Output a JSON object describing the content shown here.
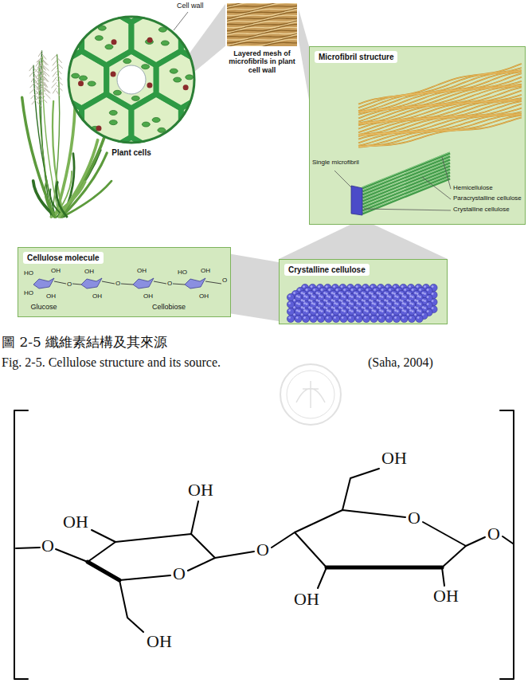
{
  "diagram": {
    "caption": "圖 2-5 纖維素結構及其來源",
    "nodes": [
      {
        "text": [
          "Plant cells"
        ]
      },
      {
        "text": [
          "Layered mesh of microfibrils in plant cell wall"
        ]
      },
      {
        "text": [
          "Microfibril structure"
        ]
      },
      {
        "text": [
          "Cellulose molecule"
        ]
      },
      {
        "text": [
          "Crystalline cellulose"
        ]
      }
    ],
    "edges": [
      {
        "from": 0,
        "to": 1,
        "arrow": "none"
      },
      {
        "from": 1,
        "to": 2,
        "arrow": "none"
      },
      {
        "from": 2,
        "to": 4,
        "arrow": "none"
      },
      {
        "from": 4,
        "to": 3,
        "arrow": "none"
      }
    ],
    "labels": [
      "Cell wall",
      "Single microfibril",
      "Hemicellulose",
      "Paracrystalline cellulose",
      "Crystalline cellulose",
      "HO",
      "OH",
      "HO",
      "OH",
      "O",
      "OH",
      "OH",
      "O",
      "OH",
      "OH",
      "O",
      "HO",
      "OH",
      "OH",
      "O",
      "Glucose",
      "Cellobiose",
      "Fig. 2-5. Cellulose structure and its source.",
      "(Saha, 2004)",
      "OH",
      "OH",
      "O",
      "O",
      "O",
      "OH",
      "OH",
      "O",
      "O",
      "OH",
      "OH"
    ]
  }
}
